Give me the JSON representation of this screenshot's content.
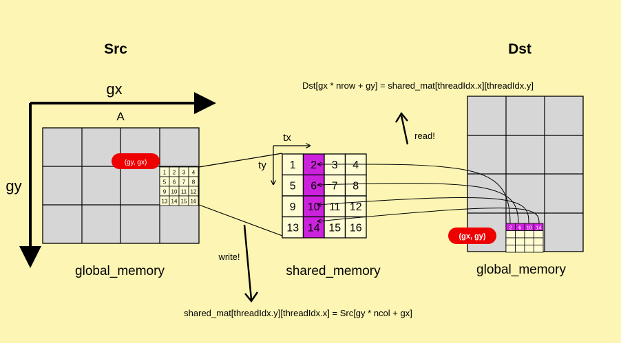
{
  "src": {
    "title": "Src",
    "x_axis_label": "gx",
    "y_axis_label": "gy",
    "matrix_label": "A",
    "tile_badge": "(gy, gx)",
    "tile_numbers": [
      "1",
      "2",
      "3",
      "4",
      "5",
      "6",
      "7",
      "8",
      "9",
      "10",
      "11",
      "12",
      "13",
      "14",
      "15",
      "16"
    ],
    "caption": "global_memory"
  },
  "shared": {
    "tx_label": "tx",
    "ty_label": "ty",
    "cells": [
      "1",
      "2",
      "3",
      "4",
      "5",
      "6",
      "7",
      "8",
      "9",
      "10",
      "11",
      "12",
      "13",
      "14",
      "15",
      "16"
    ],
    "caption": "shared_memory"
  },
  "dst": {
    "title": "Dst",
    "tile_badge": "(gx, gy)",
    "column_numbers": [
      "2",
      "6",
      "10",
      "14"
    ],
    "caption": "global_memory"
  },
  "arrows": {
    "write_label": "write!",
    "read_label": "read!"
  },
  "formulas": {
    "read": "Dst[gx * nrow + gy] = shared_mat[threadIdx.x][threadIdx.y]",
    "write": "shared_mat[threadIdx.y][threadIdx.x] = Src[gy * ncol + gx]"
  },
  "colors": {
    "background": "#fdf5b3",
    "block_fill": "#d6d6d6",
    "cell_fill": "#fffcd4",
    "highlight": "#cc22dd",
    "badge": "#ee0000"
  }
}
